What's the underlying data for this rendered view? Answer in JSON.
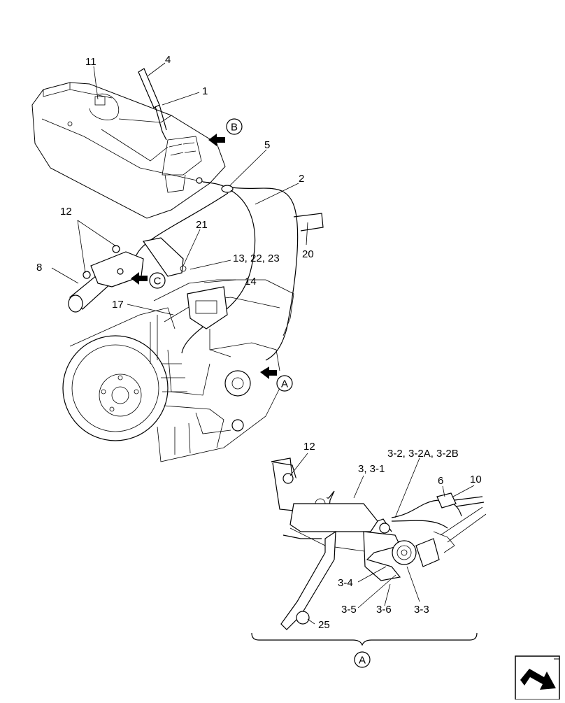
{
  "diagram": {
    "callouts": {
      "c11": "11",
      "c4": "4",
      "c1": "1",
      "c5": "5",
      "c2": "2",
      "c12_top": "12",
      "c21": "21",
      "c8": "8",
      "c13": "13, 22, 23",
      "c20": "20",
      "c14": "14",
      "c17": "17",
      "c12_detail": "12",
      "c3": "3, 3-1",
      "c32": "3-2, 3-2A, 3-2B",
      "c6": "6",
      "c10": "10",
      "c34": "3-4",
      "c35": "3-5",
      "c36": "3-6",
      "c33": "3-3",
      "c25": "25"
    },
    "view_markers": {
      "b": "B",
      "c": "C",
      "a": "A",
      "a_detail": "A"
    },
    "icons": {
      "nav": "page-turn-arrow-icon"
    }
  }
}
